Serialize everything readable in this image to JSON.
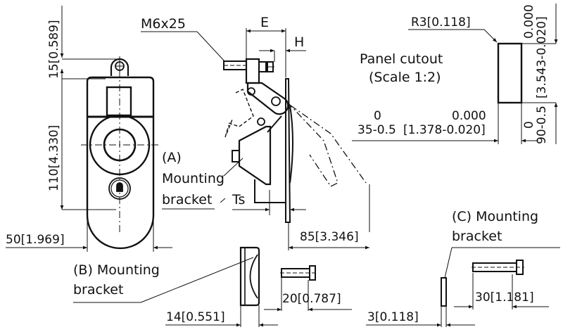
{
  "colors": {
    "line": "#111111",
    "background": "#ffffff"
  },
  "labels": {
    "screw_top": "M6x25",
    "dim_e": "E",
    "dim_h": "H",
    "panel_cutout_line1": "Panel cutout",
    "panel_cutout_line2": "(Scale 1:2)",
    "radius": "R3",
    "radius_in": "[0.118]",
    "a_line1": "(A)",
    "a_line2": "Mounting",
    "a_line3": "bracket",
    "ts": "Ts",
    "b_line1": "(B) Mounting",
    "b_line2": "bracket",
    "c_line1": "(C) Mounting",
    "c_line2": "bracket"
  },
  "dimensions": {
    "top_height": {
      "mm": "15",
      "in": "[0.589]"
    },
    "body_height": {
      "mm": "110",
      "in": "[4.330]"
    },
    "body_width": {
      "mm": "50",
      "in": "[1.969]"
    },
    "handle_reach": {
      "mm": "85",
      "in": "[3.346]"
    },
    "b_bracket_width": {
      "mm": "14",
      "in": "[0.551]"
    },
    "b_screw_len": {
      "mm": "20",
      "in": "[0.787]"
    },
    "c_bracket_width": {
      "mm": "3",
      "in": "[0.118]"
    },
    "c_screw_len": {
      "mm": "30",
      "in": "[1.181]"
    },
    "cutout_width": {
      "mm": "35",
      "mm_tol_upper": "0",
      "mm_tol_lower": "-0.5",
      "in": "1.378",
      "in_tol_upper": "0.000",
      "in_tol_lower": "-0.020"
    },
    "cutout_height": {
      "mm": "90",
      "mm_tol_upper": "0",
      "mm_tol_lower": "-0.5",
      "in": "3.543",
      "in_tol_upper": "0.000",
      "in_tol_lower": "-0.020"
    }
  }
}
